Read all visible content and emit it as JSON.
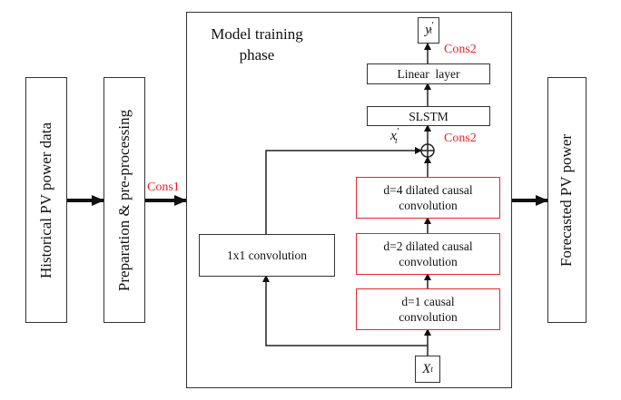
{
  "diagram": {
    "left_blocks": [
      {
        "id": "historical",
        "label": "Historical PV power data"
      },
      {
        "id": "preparation",
        "label": "Preparation & pre-processing"
      }
    ],
    "output_block": {
      "label": "Forecasted PV power"
    },
    "connector_labels": {
      "cons1": "Cons1",
      "cons2_top": "Cons2",
      "cons2_mid": "Cons2"
    },
    "model_phase": {
      "title_line1": "Model training",
      "title_line2": "phase",
      "output_symbol": "y",
      "output_prime": "′",
      "output_sub": "t",
      "linear_layer": "Linear  layer",
      "slstm": "SLSTM",
      "sum_symbol": "⊕",
      "residual_symbol": "x",
      "residual_prime": "′",
      "residual_sub": "t",
      "conv_d4_line1": "d=4 dilated causal",
      "conv_d4_line2": "convolution",
      "conv_d2_line1": "d=2 dilated causal",
      "conv_d2_line2": "convolution",
      "conv_d1_line1": "d=1 causal",
      "conv_d1_line2": "convolution",
      "conv_1x1": "1x1 convolution",
      "input_symbol": "X",
      "input_sub": "t"
    },
    "colors": {
      "constraint_red": "#ee1c24",
      "line": "#333333"
    }
  }
}
